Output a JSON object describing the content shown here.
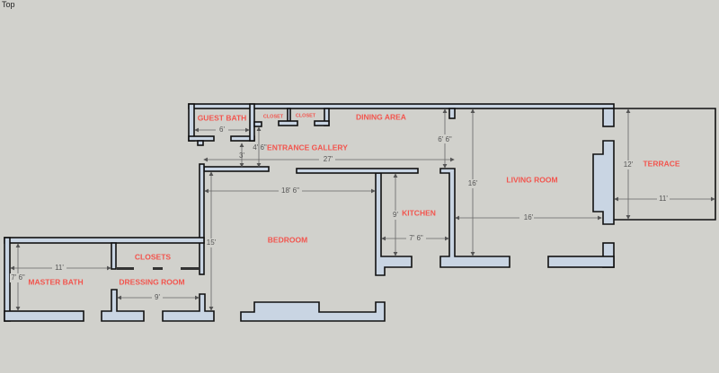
{
  "view_label": "Top",
  "rooms": {
    "guest_bath": "GUEST BATH",
    "closet_1": "CLOSET",
    "closet_2": "CLOSET",
    "dining_area": "DINING AREA",
    "entrance_gallery": "ENTRANCE GALLERY",
    "living_room": "LIVING ROOM",
    "terrace": "TERRACE",
    "kitchen": "KITCHEN",
    "bedroom": "BEDROOM",
    "closets": "CLOSETS",
    "master_bath": "MASTER BATH",
    "dressing_room": "DRESSING ROOM"
  },
  "dimensions": {
    "guest_bath_width": "6'",
    "gallery_depth": "4' 6\"",
    "gallery_width": "3'",
    "gallery_length": "27'",
    "dining_depth": "6' 6\"",
    "living_depth": "16'",
    "living_width": "16'",
    "terrace_depth": "12'",
    "terrace_width": "11'",
    "kitchen_depth": "9'",
    "kitchen_width": "7' 6\"",
    "bedroom_width": "18' 6\"",
    "bedroom_depth": "15'",
    "master_bath_width": "11'",
    "master_bath_depth": "7' 6\"",
    "dressing_width": "9'"
  }
}
